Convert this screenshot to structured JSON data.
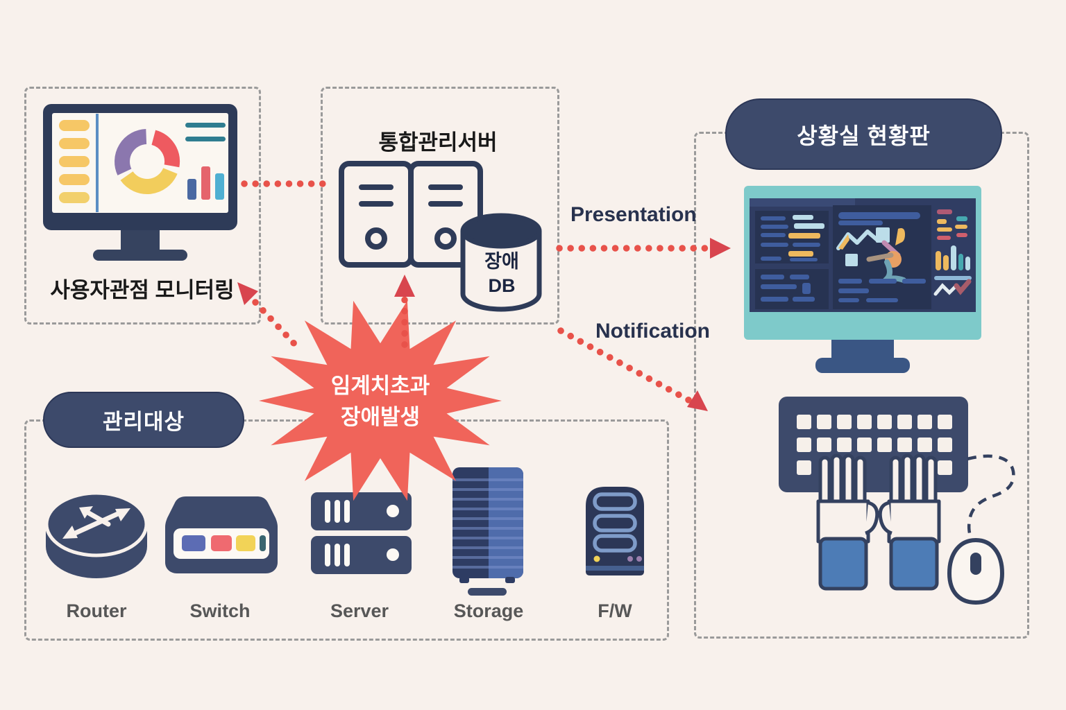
{
  "left_box": {
    "label": "사용자관점 모니터링"
  },
  "server_box": {
    "title": "통합관리서버",
    "db": {
      "line1": "장애",
      "line2": "DB"
    }
  },
  "alert_burst": {
    "line1": "임계치초과",
    "line2": "장애발생"
  },
  "targets_box": {
    "pill_label": "관리대상",
    "devices": [
      {
        "label": "Router"
      },
      {
        "label": "Switch"
      },
      {
        "label": "Server"
      },
      {
        "label": "Storage"
      },
      {
        "label": "F/W"
      }
    ]
  },
  "dashboard_box": {
    "pill_label": "상황실 현황판"
  },
  "flows": {
    "presentation": "Presentation",
    "notification": "Notification"
  },
  "colors": {
    "background": "#f8f1ec",
    "navy": "#3d4a6b",
    "navy_dark": "#2e3b58",
    "coral_burst": "#f0645a",
    "arrow_red": "#e8524a",
    "dash_gray": "#9a9a9a",
    "monitor_bezel_teal": "#7ecaca",
    "screen_navy": "#2c3757",
    "sleeve_blue": "#4d7cb6"
  }
}
